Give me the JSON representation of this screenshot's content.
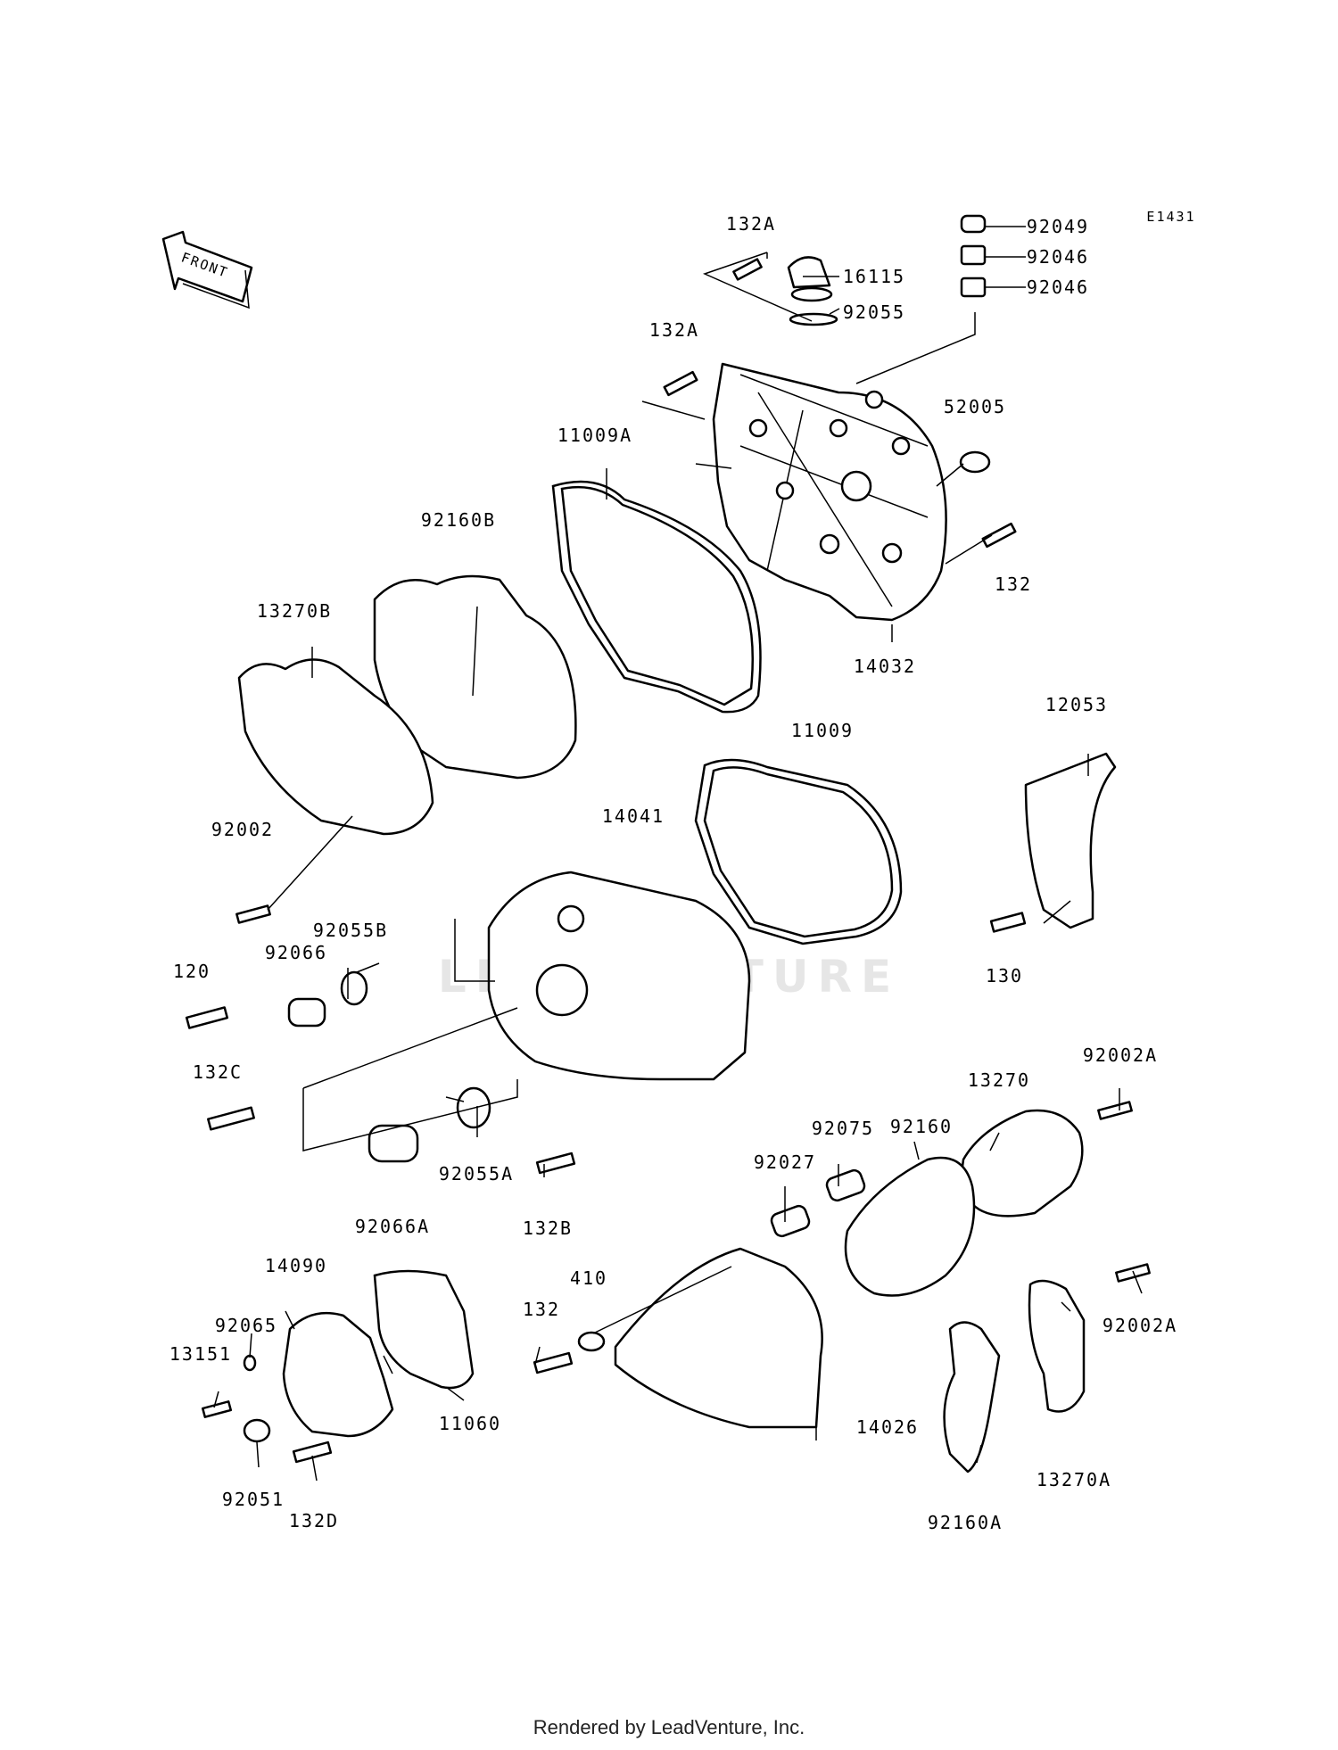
{
  "diagram": {
    "code": "E1431",
    "front_label": "FRONT",
    "watermark": "LEADVENTURE",
    "footer": "Rendered by LeadVenture, Inc.",
    "labels": {
      "p132A_top": "132A",
      "p16115": "16115",
      "p92055": "92055",
      "p92049": "92049",
      "p92046_a": "92046",
      "p92046_b": "92046",
      "p132A_mid": "132A",
      "p11009A": "11009A",
      "p52005": "52005",
      "p92160B": "92160B",
      "p132": "132",
      "p13270B": "13270B",
      "p14032": "14032",
      "p12053": "12053",
      "p11009": "11009",
      "p14041": "14041",
      "p92002": "92002",
      "p92055B": "92055B",
      "p92066": "92066",
      "p120": "120",
      "p130": "130",
      "p132C": "132C",
      "p92002A_top": "92002A",
      "p13270": "13270",
      "p92075": "92075",
      "p92160": "92160",
      "p92027": "92027",
      "p92055A": "92055A",
      "p92066A": "92066A",
      "p132B": "132B",
      "p14090": "14090",
      "p410": "410",
      "p132_low": "132",
      "p92065": "92065",
      "p92002A_low": "92002A",
      "p13151": "13151",
      "p11060": "11060",
      "p14026": "14026",
      "p92051": "92051",
      "p13270A": "13270A",
      "p132D": "132D",
      "p92160A": "92160A"
    }
  }
}
